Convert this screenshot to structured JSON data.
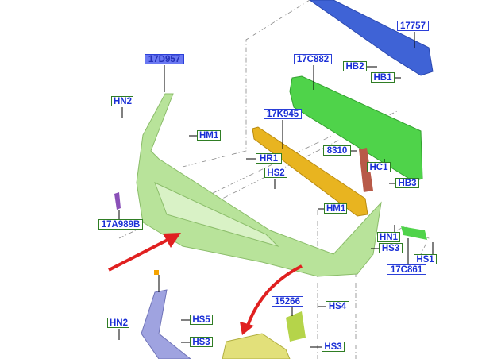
{
  "diagram": {
    "colors": {
      "bumper": "#b8e39a",
      "reinforcement": "#3f63d6",
      "absorber": "#4fd34a",
      "strip": "#e8b420",
      "bracket": "#b85a48",
      "arrow": "#e02020",
      "trim": "#9fa3e0",
      "fog": "#e2e07a"
    },
    "part_labels": [
      {
        "id": "17757",
        "kind": "part"
      },
      {
        "id": "17D957",
        "kind": "highlight"
      },
      {
        "id": "17C882",
        "kind": "part"
      },
      {
        "id": "HB2",
        "kind": "fastener"
      },
      {
        "id": "HB1",
        "kind": "fastener"
      },
      {
        "id": "HN2",
        "kind": "fastener"
      },
      {
        "id": "17K945",
        "kind": "part"
      },
      {
        "id": "HM1",
        "kind": "fastener"
      },
      {
        "id": "8310",
        "kind": "fastener"
      },
      {
        "id": "HR1",
        "kind": "fastener"
      },
      {
        "id": "HC1",
        "kind": "fastener"
      },
      {
        "id": "HS2",
        "kind": "fastener"
      },
      {
        "id": "HB3",
        "kind": "fastener"
      },
      {
        "id": "HM1",
        "kind": "fastener"
      },
      {
        "id": "17A989B",
        "kind": "fastener"
      },
      {
        "id": "HN1",
        "kind": "fastener"
      },
      {
        "id": "HS3",
        "kind": "fastener"
      },
      {
        "id": "HS1",
        "kind": "fastener"
      },
      {
        "id": "17C861",
        "kind": "part"
      },
      {
        "id": "15266",
        "kind": "part"
      },
      {
        "id": "HS4",
        "kind": "fastener"
      },
      {
        "id": "HN2",
        "kind": "fastener"
      },
      {
        "id": "HS5",
        "kind": "fastener"
      },
      {
        "id": "HS3",
        "kind": "fastener"
      },
      {
        "id": "HS3",
        "kind": "fastener"
      }
    ]
  }
}
